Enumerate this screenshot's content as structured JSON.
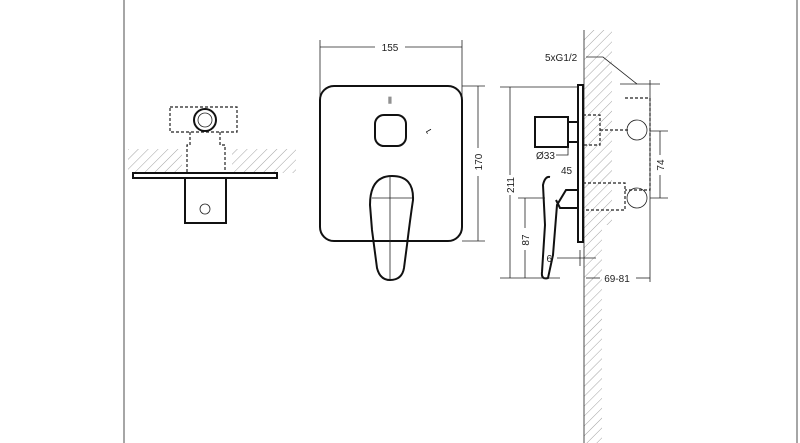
{
  "drawing": {
    "views": [
      "side-section-view",
      "front-view",
      "side-view"
    ],
    "dimensions": {
      "width": "155",
      "height": "170",
      "total_height": "211",
      "handle_height": "87",
      "spacing": "74",
      "plate_thickness": "6",
      "depth": "69-81",
      "diameter": "Ø33",
      "offset": "45",
      "connections": "5xG1/2"
    }
  }
}
